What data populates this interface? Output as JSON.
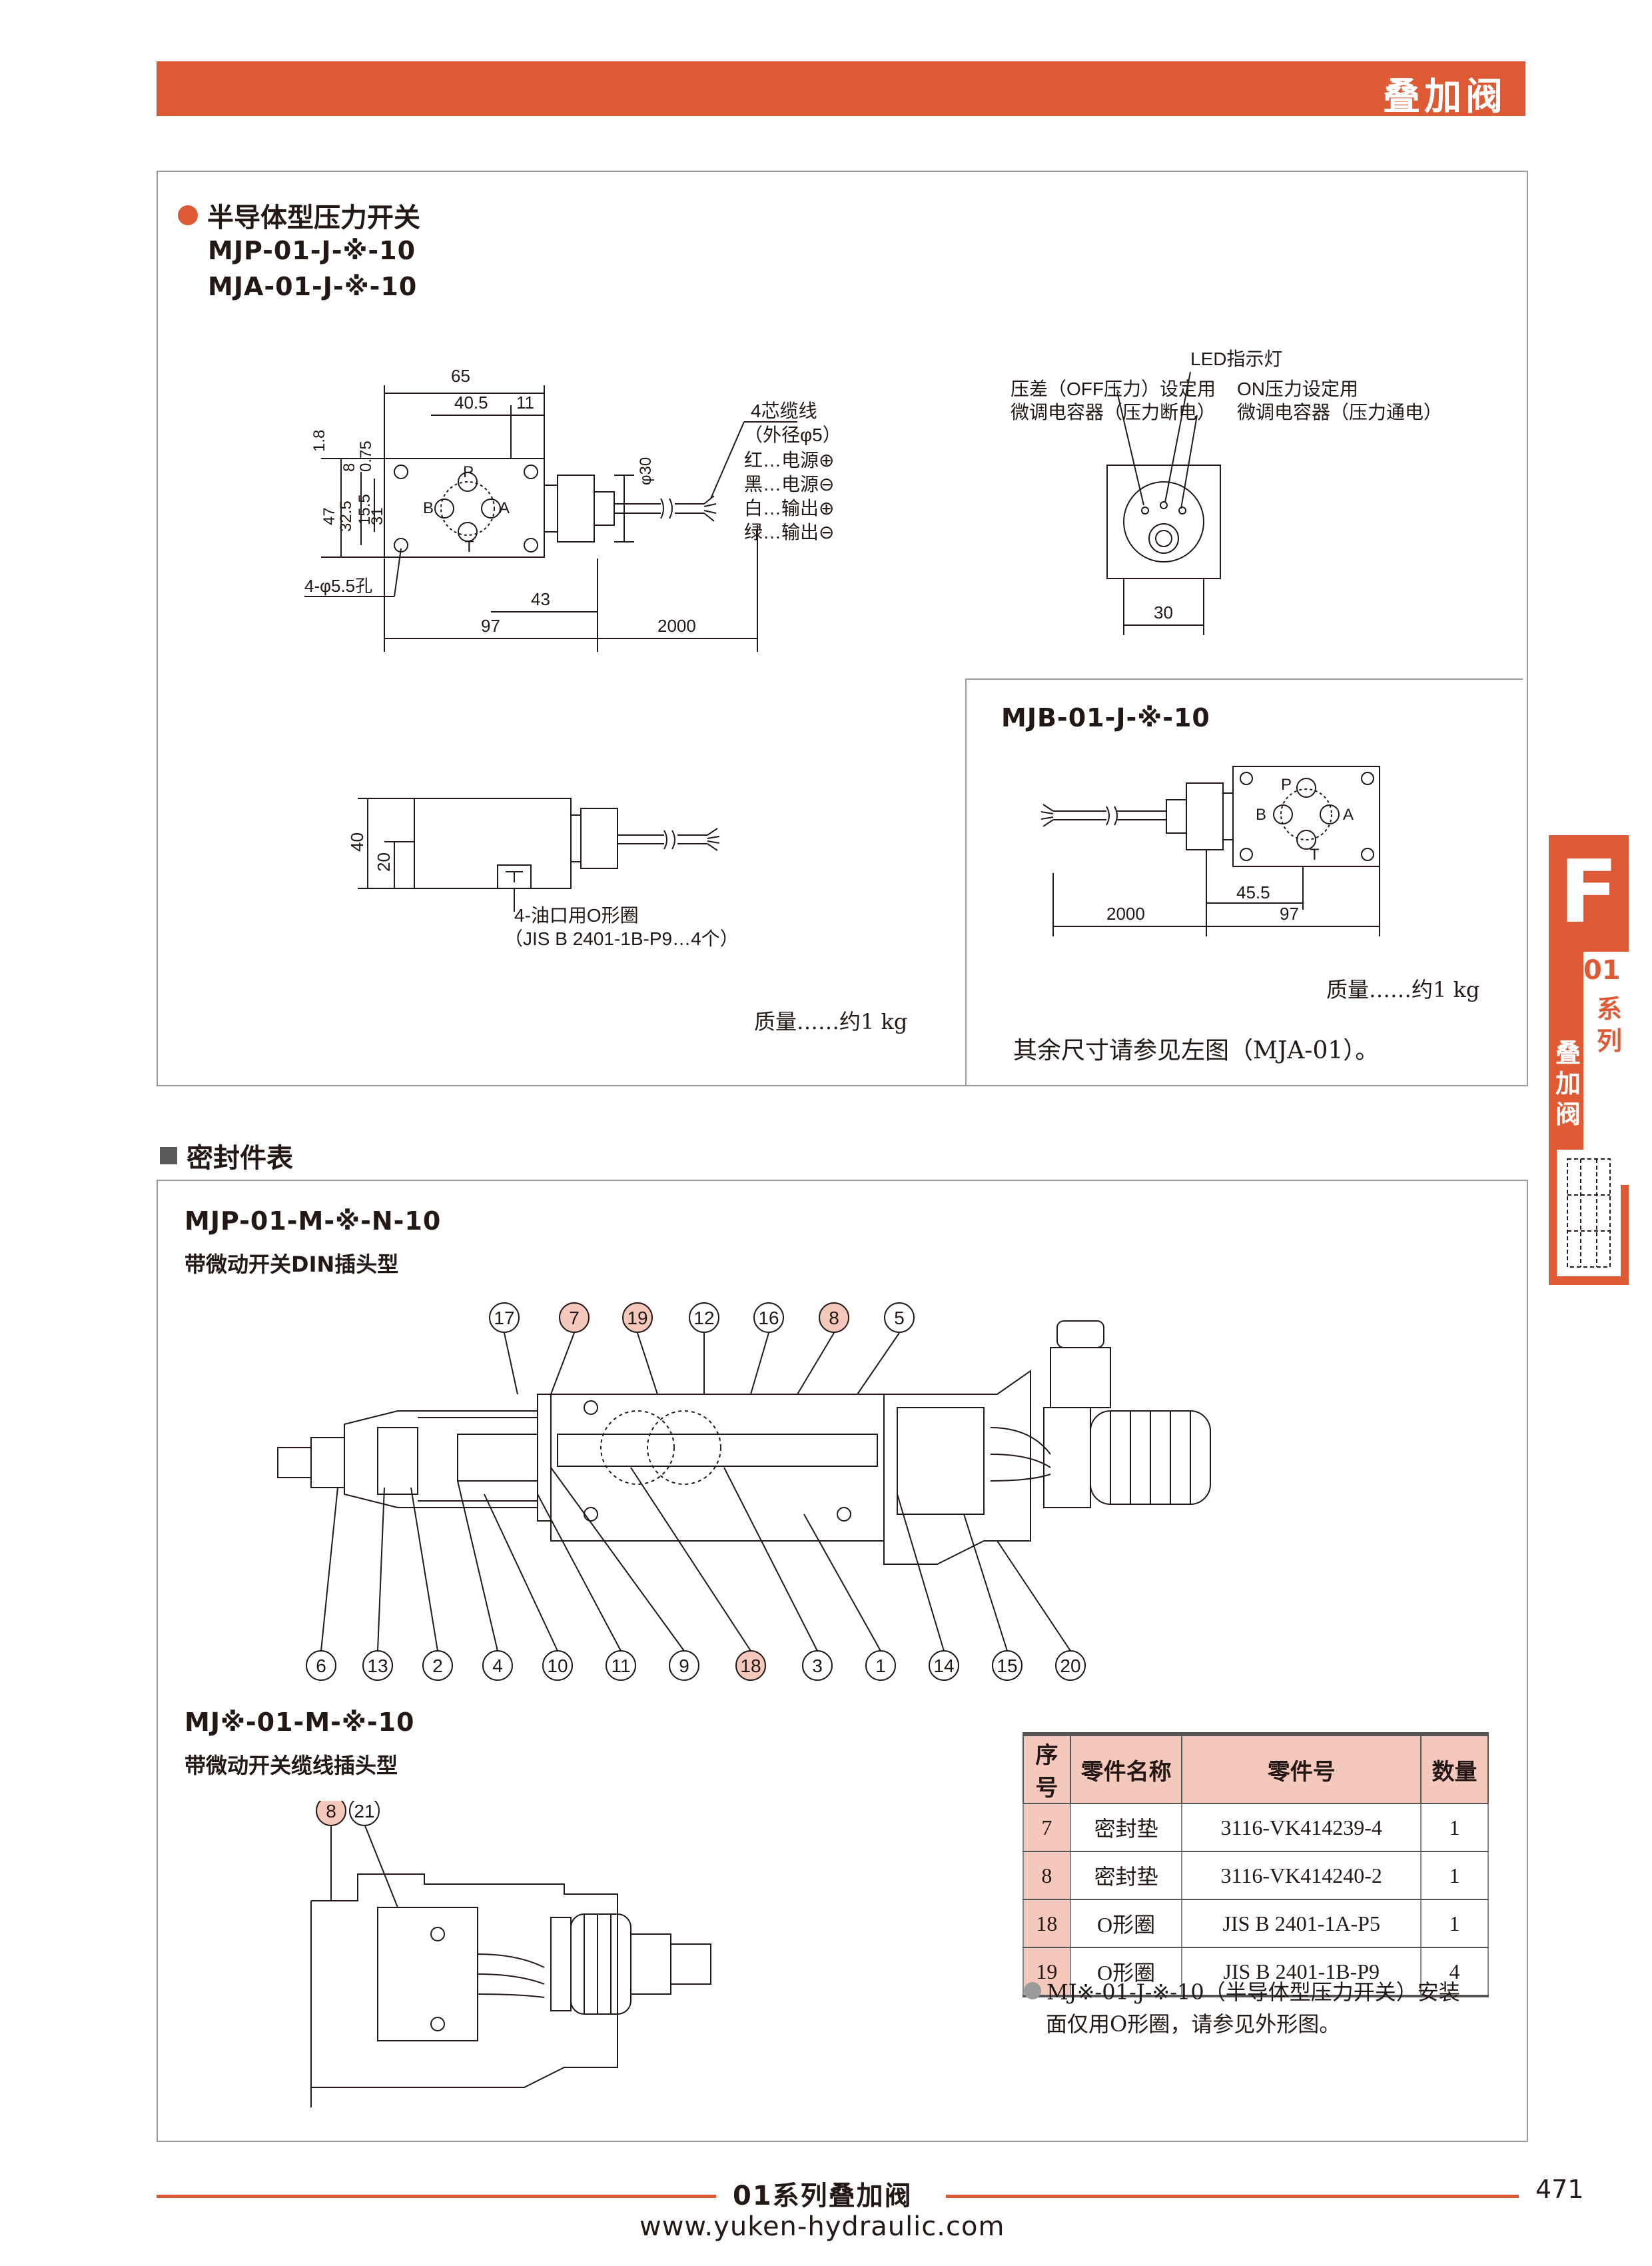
{
  "header": {
    "title": "叠加阀"
  },
  "section1": {
    "title": "半导体型压力开关",
    "model_1": "MJP-01-J-※-10",
    "model_2": "MJA-01-J-※-10",
    "dims_top": [
      "65",
      "40.5",
      "11",
      "1.8",
      "8",
      "0.75",
      "15.5",
      "47",
      "32.5",
      "31",
      "φ30",
      "43",
      "97",
      "2000"
    ],
    "ports": [
      "P",
      "B",
      "A",
      "T"
    ],
    "hole_label": "4-φ5.5孔",
    "cable_label_1": "4芯缆线",
    "cable_label_2": "（外径φ5）",
    "wires": [
      "红…电源⊕",
      "黑…电源⊖",
      "白…输出⊕",
      "绿…输出⊖"
    ],
    "led_label": "LED指示灯",
    "off_label_1": "压差（OFF压力）设定用",
    "off_label_2": "微调电容器（压力断电）",
    "on_label_1": "ON压力设定用",
    "on_label_2": "微调电容器（压力通电）",
    "front_dim": "30",
    "side_dims": [
      "40",
      "20"
    ],
    "oring_1": "4-油口用O形圈",
    "oring_2": "（JIS B 2401-1B-P9…4个）",
    "mass_left": "质量……约1 kg",
    "mjb_model": "MJB-01-J-※-10",
    "mjb_dims": [
      "2000",
      "45.5",
      "97"
    ],
    "mass_right": "质量……约1 kg",
    "see_left": "其余尺寸请参见左图（MJA-01）。"
  },
  "section2": {
    "title": "密封件表",
    "model_1": "MJP-01-M-※-N-10",
    "sub_1": "带微动开关DIN插头型",
    "callouts_top": [
      "17",
      "7",
      "19",
      "12",
      "16",
      "8",
      "5"
    ],
    "callouts_bottom": [
      "6",
      "13",
      "2",
      "4",
      "10",
      "11",
      "9",
      "18",
      "3",
      "1",
      "14",
      "15",
      "20"
    ],
    "highlighted": [
      "7",
      "19",
      "8",
      "18"
    ],
    "model_2": "MJ※-01-M-※-10",
    "sub_2": "带微动开关缆线插头型",
    "callouts_second": [
      "8",
      "21"
    ],
    "table": {
      "headers": [
        "序号",
        "零件名称",
        "零件号",
        "数量"
      ],
      "rows": [
        [
          "7",
          "密封垫",
          "3116-VK414239-4",
          "1"
        ],
        [
          "8",
          "密封垫",
          "3116-VK414240-2",
          "1"
        ],
        [
          "18",
          "O形圈",
          "JIS B 2401-1A-P5",
          "1"
        ],
        [
          "19",
          "O形圈",
          "JIS B 2401-1B-P9",
          "4"
        ]
      ]
    },
    "note_1": "MJ※-01-J-※-10（半导体型压力开关）安装",
    "note_2": "面仅用O形圈，请参见外形图。"
  },
  "side_tab": {
    "letter": "F",
    "series": "01",
    "text_1": "系",
    "text_2": "列",
    "text_3": "叠",
    "text_4": "加",
    "text_5": "阀"
  },
  "footer": {
    "title": "01系列叠加阀",
    "page": "471",
    "url": "www.yuken-hydraulic.com"
  },
  "colors": {
    "accent": "#dd5a35",
    "highlight": "#f4c9bc"
  }
}
